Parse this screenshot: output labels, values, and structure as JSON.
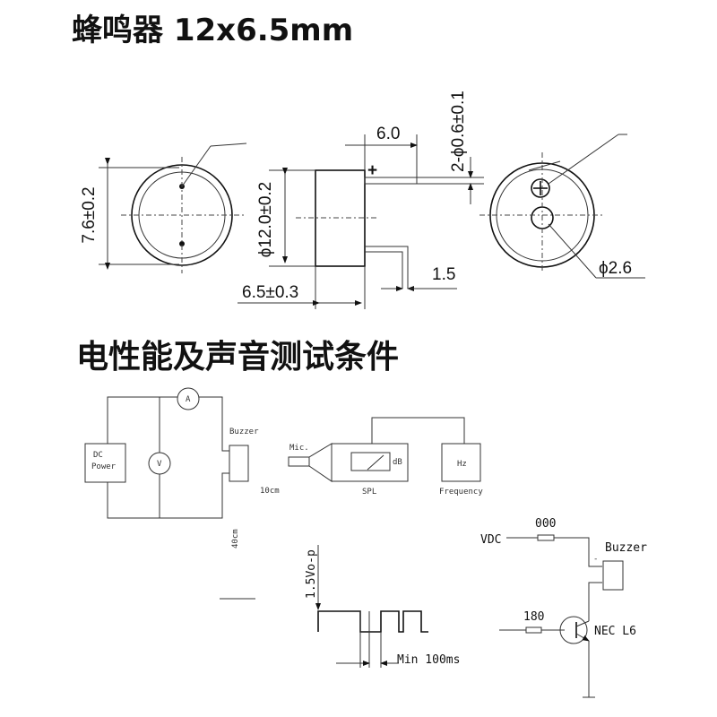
{
  "title": "蜂鸣器 12x6.5mm",
  "section_title": "电性能及声音测试条件",
  "dimensions": {
    "height": "7.6±0.2",
    "diameter": "ϕ12.0±0.2",
    "pin_length": "6.0",
    "pin_diameter": "2-ϕ0.6±0.1",
    "pin_pitch": "1.5",
    "body_height": "6.5±0.3",
    "hole": "ϕ2.6",
    "polarity": "+"
  },
  "test_circuit": {
    "power": [
      "DC",
      "Power"
    ],
    "voltmeter": "V",
    "ammeter": "A",
    "buzzer": "Buzzer",
    "distance_h": "10cm",
    "distance_v": "40cm",
    "mic": "Mic.",
    "db": "dB",
    "spl": "SPL",
    "hz": "Hz",
    "frequency": "Frequency"
  },
  "waveform": {
    "amplitude": "1.5Vo-p",
    "period": "Min 100ms"
  },
  "drive_circuit": {
    "vdc": "VDC",
    "r1": "000",
    "buzzer": "Buzzer",
    "polarity": "-",
    "r2": "180",
    "transistor": "NEC L6"
  }
}
